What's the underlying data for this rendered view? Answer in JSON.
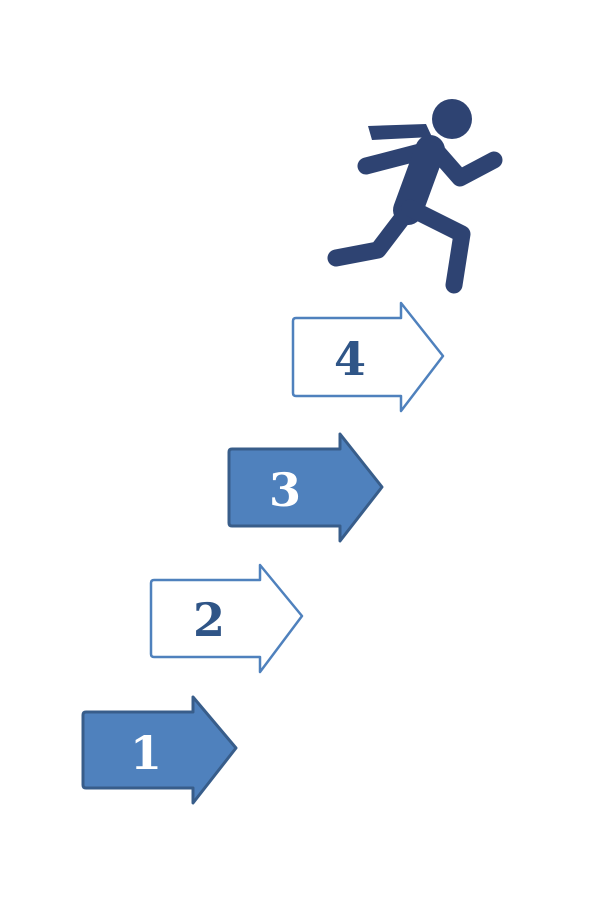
{
  "steps": [
    {
      "label": "1",
      "style": "filled"
    },
    {
      "label": "2",
      "style": "outline"
    },
    {
      "label": "3",
      "style": "filled"
    },
    {
      "label": "4",
      "style": "outline"
    }
  ],
  "figure": {
    "icon": "running-person-icon"
  },
  "colors": {
    "filled_fill": "#4f81bd",
    "filled_stroke": "#385d8a",
    "outline_fill": "#ffffff",
    "outline_stroke": "#4f81bd",
    "filled_text": "#ffffff",
    "outline_text": "#2f5587",
    "figure": "#2e4372"
  }
}
